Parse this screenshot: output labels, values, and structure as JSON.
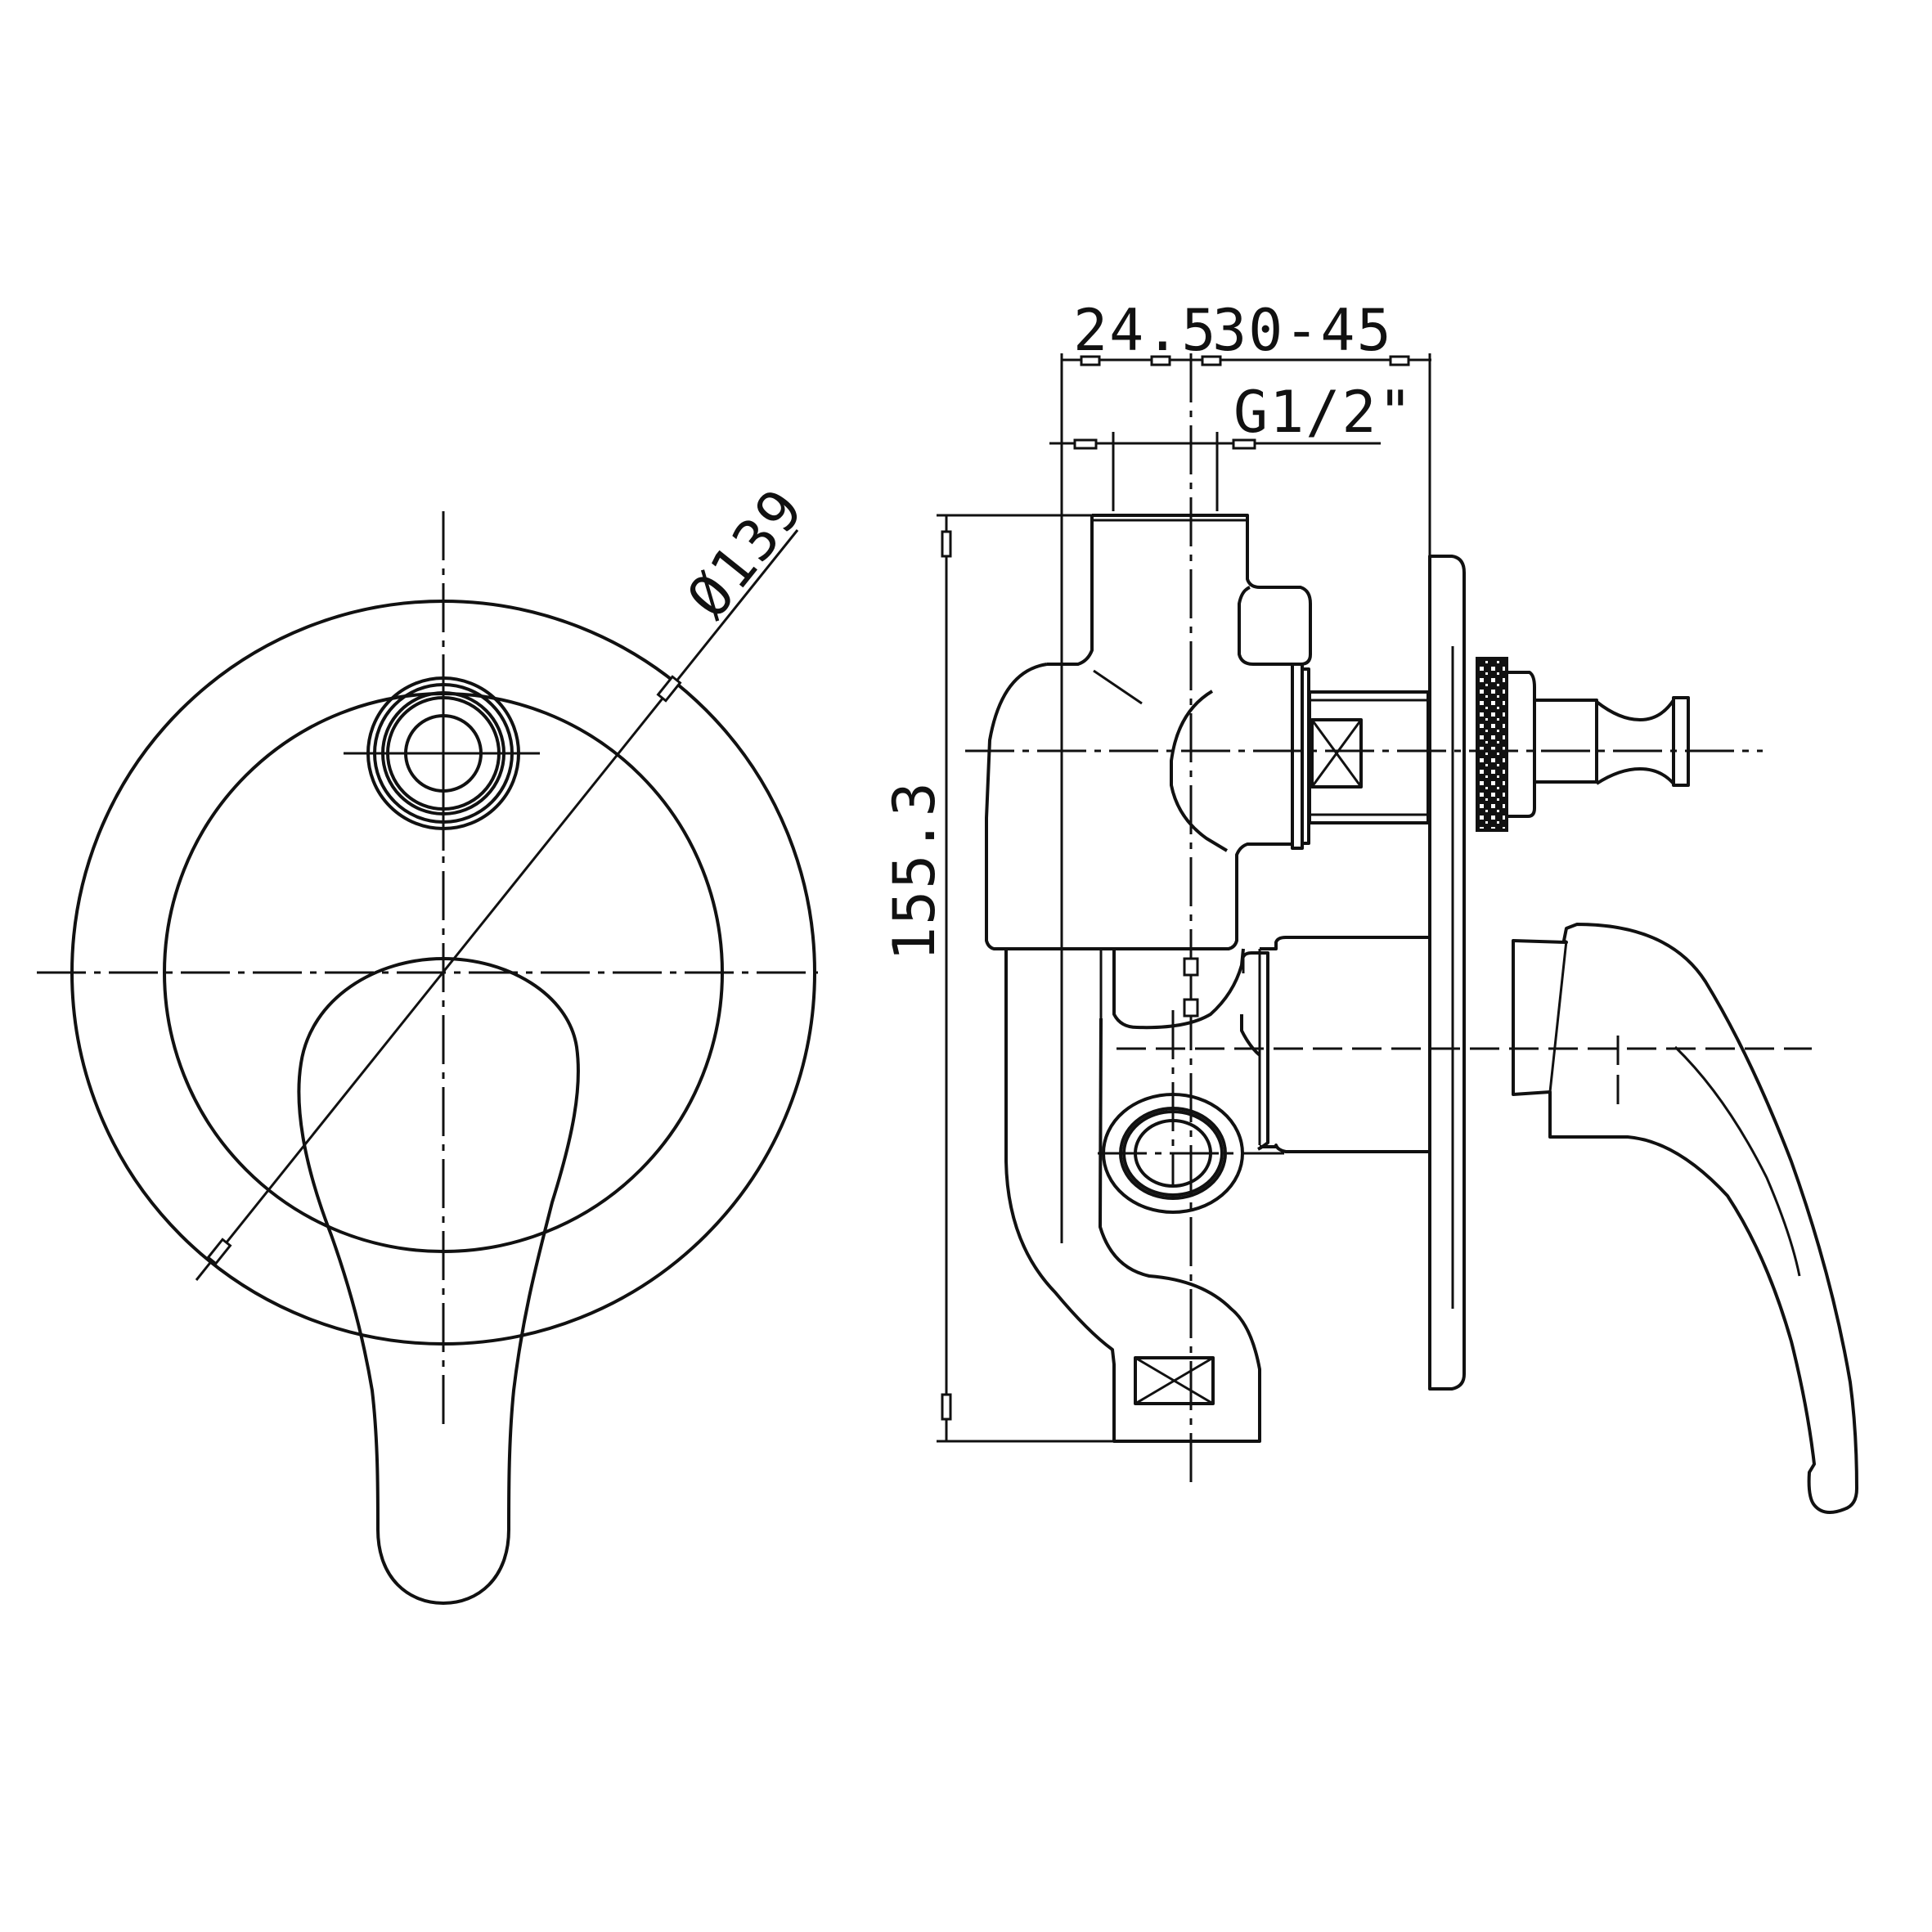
{
  "drawing": {
    "title": "Concealed shower mixer with diverter — technical drawing",
    "views": [
      "front-view",
      "side-view"
    ],
    "colors": {
      "line": "#111111",
      "background": "#ffffff"
    }
  },
  "dimensions": {
    "plate_diameter": "Ø139",
    "overall_height": "155.3",
    "inlet_offset": "24.5",
    "wall_depth_range": "30-45",
    "thread_size": "G1/2\""
  }
}
